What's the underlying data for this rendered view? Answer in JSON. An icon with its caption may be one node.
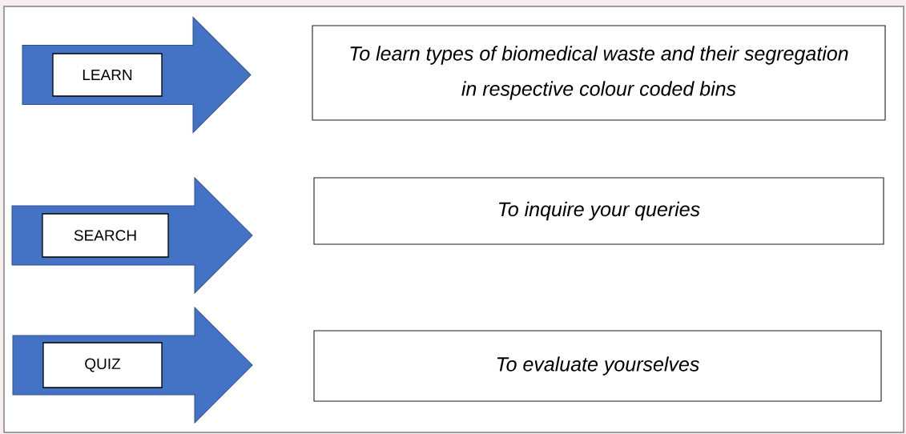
{
  "diagram": {
    "nodes": [
      {
        "text": [
          "LEARN"
        ]
      },
      {
        "text": [
          "To learn types of biomedical waste and their segregation in respective colour coded bins"
        ]
      },
      {
        "text": [
          "SEARCH"
        ]
      },
      {
        "text": [
          "To inquire your queries"
        ]
      },
      {
        "text": [
          "QUIZ"
        ]
      },
      {
        "text": [
          "To evaluate yourselves"
        ]
      }
    ],
    "edges": [
      {
        "from": 0,
        "to": 1,
        "arrow": "to"
      },
      {
        "from": 2,
        "to": 3,
        "arrow": "to"
      },
      {
        "from": 4,
        "to": 5,
        "arrow": "to"
      }
    ]
  }
}
